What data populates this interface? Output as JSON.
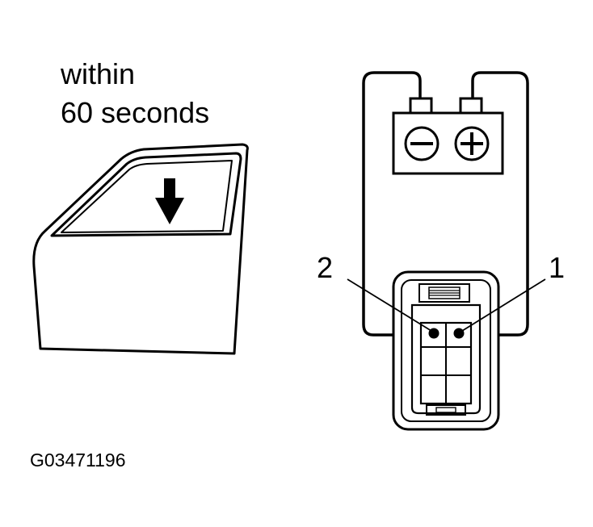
{
  "instruction": {
    "line1": "within",
    "line2": "60 seconds"
  },
  "connector": {
    "pin_left": "2",
    "pin_right": "1"
  },
  "figure_code": "G03471196",
  "icons": [
    "down-arrow-icon",
    "minus-terminal-icon",
    "plus-terminal-icon"
  ]
}
